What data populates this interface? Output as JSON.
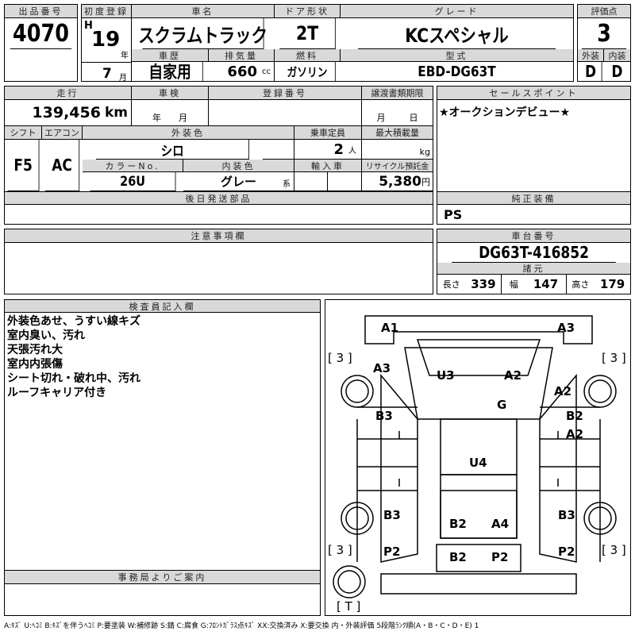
{
  "lot": {
    "label": "出品番号",
    "value": "4070"
  },
  "first_reg": {
    "label": "初度登録",
    "era": "H",
    "year": "19",
    "year_unit": "年",
    "month": "7",
    "month_unit": "月"
  },
  "car_name": {
    "label": "車名",
    "value": "スクラムトラック"
  },
  "door": {
    "label": "ドア形状",
    "value": "2T"
  },
  "grade": {
    "label": "グレード",
    "value": "KCスペシャル"
  },
  "history": {
    "label": "車歴",
    "value": "自家用"
  },
  "displacement": {
    "label": "排気量",
    "value": "660",
    "unit": "cc"
  },
  "fuel": {
    "label": "燃料",
    "value": "ガソリン"
  },
  "model": {
    "label": "型式",
    "value": "EBD-DG63T"
  },
  "score": {
    "label": "評価点",
    "value": "3",
    "ext_label": "外装",
    "int_label": "内装",
    "ext": "D",
    "int": "D"
  },
  "mileage": {
    "label": "走行",
    "value": "139,456",
    "unit": "km"
  },
  "inspection": {
    "label": "車検",
    "year_unit": "年",
    "month_unit": "月"
  },
  "reg_no": {
    "label": "登録番号"
  },
  "transfer": {
    "label": "譲渡書類期限",
    "month_unit": "月",
    "day_unit": "日"
  },
  "shift": {
    "label": "シフト",
    "value": "F5"
  },
  "ac": {
    "label": "エアコン",
    "value": "AC"
  },
  "ext_color": {
    "label": "外装色",
    "value": "シロ"
  },
  "capacity": {
    "label": "乗車定員",
    "value": "2",
    "unit": "人"
  },
  "max_load": {
    "label": "最大積載量",
    "unit": "kg"
  },
  "color_no": {
    "label": "カラーNo.",
    "value": "26U"
  },
  "int_color": {
    "label": "内装色",
    "value": "グレー",
    "unit": "系"
  },
  "import": {
    "label": "輸入車"
  },
  "recycle": {
    "label": "リサイクル預託金",
    "value": "5,380",
    "unit": "円"
  },
  "later_parts": {
    "label": "後日発送部品"
  },
  "sales_point": {
    "label": "セールスポイント",
    "value": "★オークションデビュー★"
  },
  "equipment": {
    "label": "純正装備",
    "value": "PS"
  },
  "notes": {
    "label": "注意事項欄"
  },
  "chassis": {
    "label": "車台番号",
    "value": "DG63T-416852"
  },
  "spec": {
    "label": "諸元",
    "length_label": "長さ",
    "length": "339",
    "width_label": "幅",
    "width": "147",
    "height_label": "高さ",
    "height": "179"
  },
  "inspector": {
    "label": "検査員記入欄",
    "lines": [
      "外装色あせ、うすい線キズ",
      "室内臭い、汚れ",
      "天張汚れ大",
      "室内内張傷",
      "シート切れ・破れ中、汚れ",
      "ルーフキャリア付き"
    ]
  },
  "office": {
    "label": "事務局よりご案内"
  },
  "diagram": {
    "marks": [
      "A1",
      "A3",
      "A3",
      "U3",
      "A2",
      "A2",
      "G",
      "B3",
      "B2",
      "A2",
      "U4",
      "B3",
      "B3",
      "B2",
      "A4",
      "P2",
      "B2",
      "P2",
      "P2"
    ],
    "tires": [
      "[ 3 ]",
      "[ 3 ]",
      "[ 3 ]",
      "[ 3 ]",
      "[ T ]"
    ]
  },
  "legend": "A:ｷｽﾞ U:ﾍｺﾐ B:ｷｽﾞを伴うﾍｺﾐ P:要塗装 W:補修跡 S:錆 C:腐食 G:ﾌﾛﾝﾄｶﾞﾗｽ点ｷｽﾞ XX:交換済み X:要交換 内・外装評価 5段階ﾗﾝｸ順(A・B・C・D・E) 1"
}
